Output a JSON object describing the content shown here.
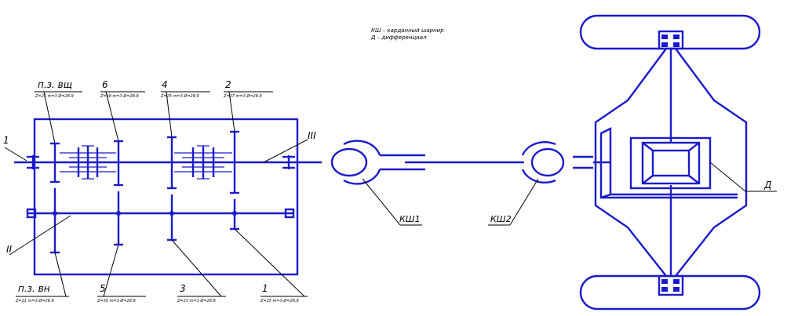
{
  "legend": {
    "line1": "КШ – карданный шарнир",
    "line2": "Д – дифференциал"
  },
  "labels": {
    "pz_vsh": "п.з. вщ",
    "pz_vn": "п.з. вн",
    "n6": "6",
    "n4": "4",
    "n2": "2",
    "n1_left": "1",
    "roman_iii": "III",
    "roman_ii": "II",
    "n5": "5",
    "n3": "3",
    "n1_bottom": "1",
    "ksh1": "КШ1",
    "ksh2": "КШ2",
    "d": "Д"
  },
  "specs": {
    "pz_vsh": "Z=21 m=3 Ø=28.9",
    "n6": "Z=18 m=3 Ø=28.9",
    "n4": "Z=25 m=3 Ø=28.9",
    "n2": "Z=27 m=3 Ø=28.9",
    "pz_vn": "Z=21 m=3 Ø=28.9",
    "n5": "Z=30 m=3 Ø=28.9",
    "n3": "Z=23 m=3 Ø=28.9",
    "n1_bottom": "Z=25 m=3 Ø=28.9"
  }
}
